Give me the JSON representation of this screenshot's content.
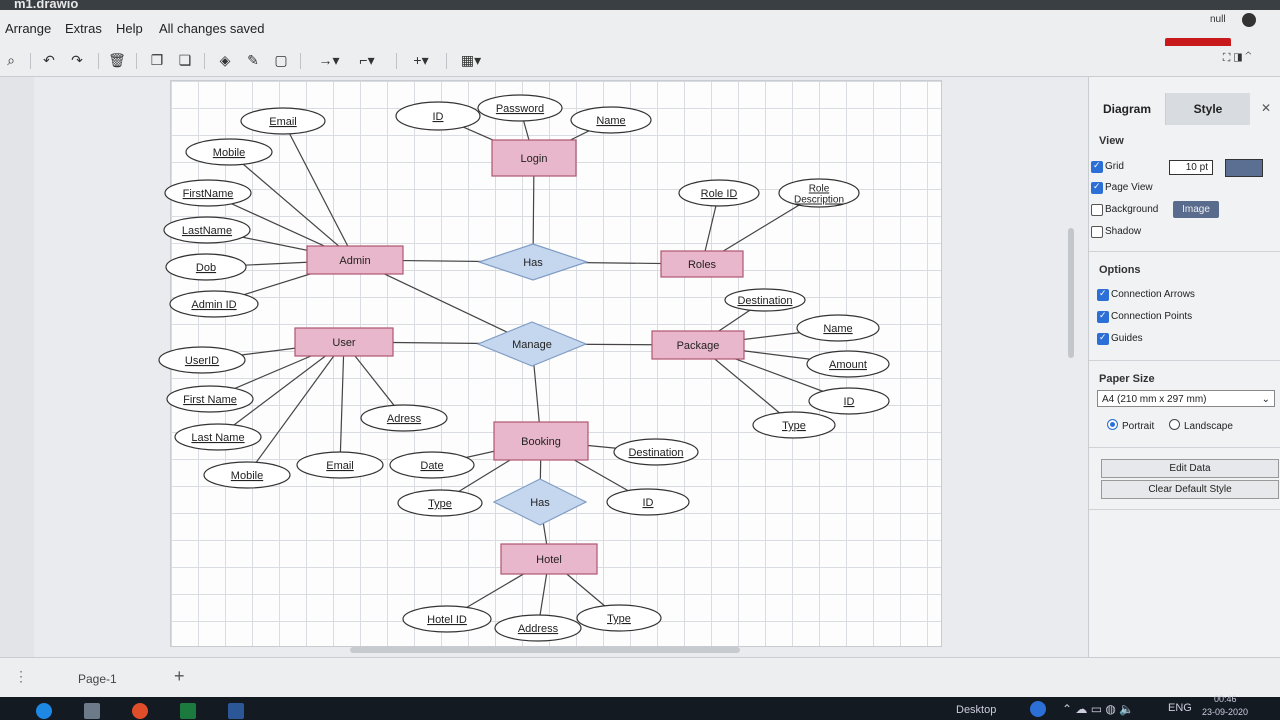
{
  "window": {
    "title": "m1.drawio"
  },
  "menu": {
    "items": [
      "Arrange",
      "Extras",
      "Help"
    ],
    "status": "All changes saved"
  },
  "user": {
    "name": "null"
  },
  "toolbar": {
    "icons": [
      "search-icon",
      "undo-icon",
      "redo-icon",
      "delete-icon",
      "to-front-icon",
      "to-back-icon",
      "fill-color-icon",
      "line-color-icon",
      "shadow-icon",
      "connection-icon",
      "waypoints-icon",
      "insert-icon",
      "table-icon"
    ]
  },
  "panel": {
    "tabs": [
      "Diagram",
      "Style"
    ],
    "view_heading": "View",
    "grid_label": "Grid",
    "grid_checked": true,
    "grid_size": "10 pt",
    "pageview_label": "Page View",
    "pageview_checked": true,
    "background_label": "Background",
    "background_checked": false,
    "image_button": "Image",
    "shadow_label": "Shadow",
    "shadow_checked": false,
    "options_heading": "Options",
    "options": [
      {
        "label": "Connection Arrows",
        "checked": true
      },
      {
        "label": "Connection Points",
        "checked": true
      },
      {
        "label": "Guides",
        "checked": true
      }
    ],
    "paper_heading": "Paper Size",
    "paper_value": "A4 (210 mm x 297 mm)",
    "portrait_label": "Portrait",
    "landscape_label": "Landscape",
    "edit_data": "Edit Data",
    "clear_style": "Clear Default Style"
  },
  "pages": {
    "current": "Page-1"
  },
  "taskbar": {
    "desktop": "Desktop",
    "lang": "ENG",
    "time": "00:46",
    "date": "23-09-2020"
  },
  "colors": {
    "entity_fill": "#e9b7cb",
    "entity_stroke": "#b0566f",
    "relation_fill": "#c5d7ee",
    "relation_stroke": "#7f9cc4"
  },
  "diagram": {
    "entities": [
      {
        "id": "login",
        "label": "Login"
      },
      {
        "id": "admin",
        "label": "Admin"
      },
      {
        "id": "roles",
        "label": "Roles"
      },
      {
        "id": "user",
        "label": "User"
      },
      {
        "id": "package",
        "label": "Package"
      },
      {
        "id": "booking",
        "label": "Booking"
      },
      {
        "id": "hotel",
        "label": "Hotel"
      }
    ],
    "relations": [
      {
        "id": "has1",
        "label": "Has"
      },
      {
        "id": "manage",
        "label": "Manage"
      },
      {
        "id": "has2",
        "label": "Has"
      }
    ],
    "attributes": [
      {
        "id": "login_id",
        "label": "ID"
      },
      {
        "id": "login_password",
        "label": "Password"
      },
      {
        "id": "login_name",
        "label": "Name"
      },
      {
        "id": "admin_email",
        "label": "Email"
      },
      {
        "id": "admin_mobile",
        "label": "Mobile"
      },
      {
        "id": "admin_firstname",
        "label": "FirstName"
      },
      {
        "id": "admin_lastname",
        "label": "LastName"
      },
      {
        "id": "admin_dob",
        "label": "Dob"
      },
      {
        "id": "admin_id",
        "label": "Admin ID"
      },
      {
        "id": "role_id",
        "label": "Role ID"
      },
      {
        "id": "role_desc",
        "label": "Role Description"
      },
      {
        "id": "pkg_destination",
        "label": "Destination"
      },
      {
        "id": "pkg_name",
        "label": "Name"
      },
      {
        "id": "pkg_amount",
        "label": "Amount"
      },
      {
        "id": "pkg_id",
        "label": "ID"
      },
      {
        "id": "pkg_type",
        "label": "Type"
      },
      {
        "id": "user_userid",
        "label": "UserID"
      },
      {
        "id": "user_firstname",
        "label": "First Name"
      },
      {
        "id": "user_lastname",
        "label": "Last Name"
      },
      {
        "id": "user_mobile",
        "label": "Mobile"
      },
      {
        "id": "user_email",
        "label": "Email"
      },
      {
        "id": "user_adress",
        "label": "Adress"
      },
      {
        "id": "bk_date",
        "label": "Date"
      },
      {
        "id": "bk_type",
        "label": "Type"
      },
      {
        "id": "bk_destination",
        "label": "Destination"
      },
      {
        "id": "bk_id",
        "label": "ID"
      },
      {
        "id": "hotel_id",
        "label": "Hotel ID"
      },
      {
        "id": "hotel_address",
        "label": "Address"
      },
      {
        "id": "hotel_type",
        "label": "Type"
      }
    ]
  }
}
